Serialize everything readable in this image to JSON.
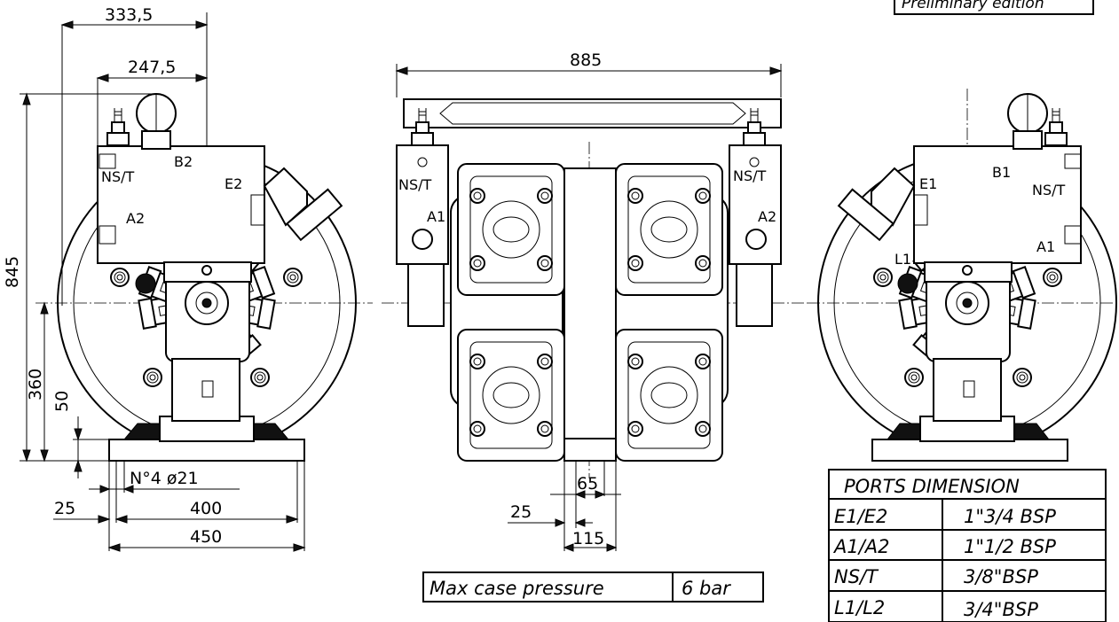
{
  "edition_note": "Preliminary edition",
  "dimensions": {
    "d333_5": "333,5",
    "d247_5": "247,5",
    "d885": "885",
    "d845": "845",
    "d360": "360",
    "d50": "50",
    "holes": "N°4  ø21",
    "d25_left": "25",
    "d400": "400",
    "d450": "450",
    "d65": "65",
    "d25_mid": "25",
    "d115": "115"
  },
  "port_labels": {
    "left_view": {
      "ns_t": "NS/T",
      "b2": "B2",
      "e2": "E2",
      "a2": "A2"
    },
    "front_view": {
      "ns_t_left": "NS/T",
      "a1": "A1",
      "ns_t_right": "NS/T",
      "a2": "A2"
    },
    "right_view": {
      "e1": "E1",
      "b1": "B1",
      "ns_t": "NS/T",
      "a1": "A1",
      "l1": "L1"
    }
  },
  "max_case_pressure": {
    "label": "Max case pressure",
    "value": "6 bar"
  },
  "ports_table": {
    "title": "PORTS DIMENSION",
    "rows": [
      {
        "port": "E1/E2",
        "size": "1\"3/4  BSP"
      },
      {
        "port": "A1/A2",
        "size": "1\"1/2  BSP"
      },
      {
        "port": "NS/T",
        "size": "3/8\"BSP"
      },
      {
        "port": "L1/L2",
        "size": "3/4\"BSP"
      }
    ]
  }
}
